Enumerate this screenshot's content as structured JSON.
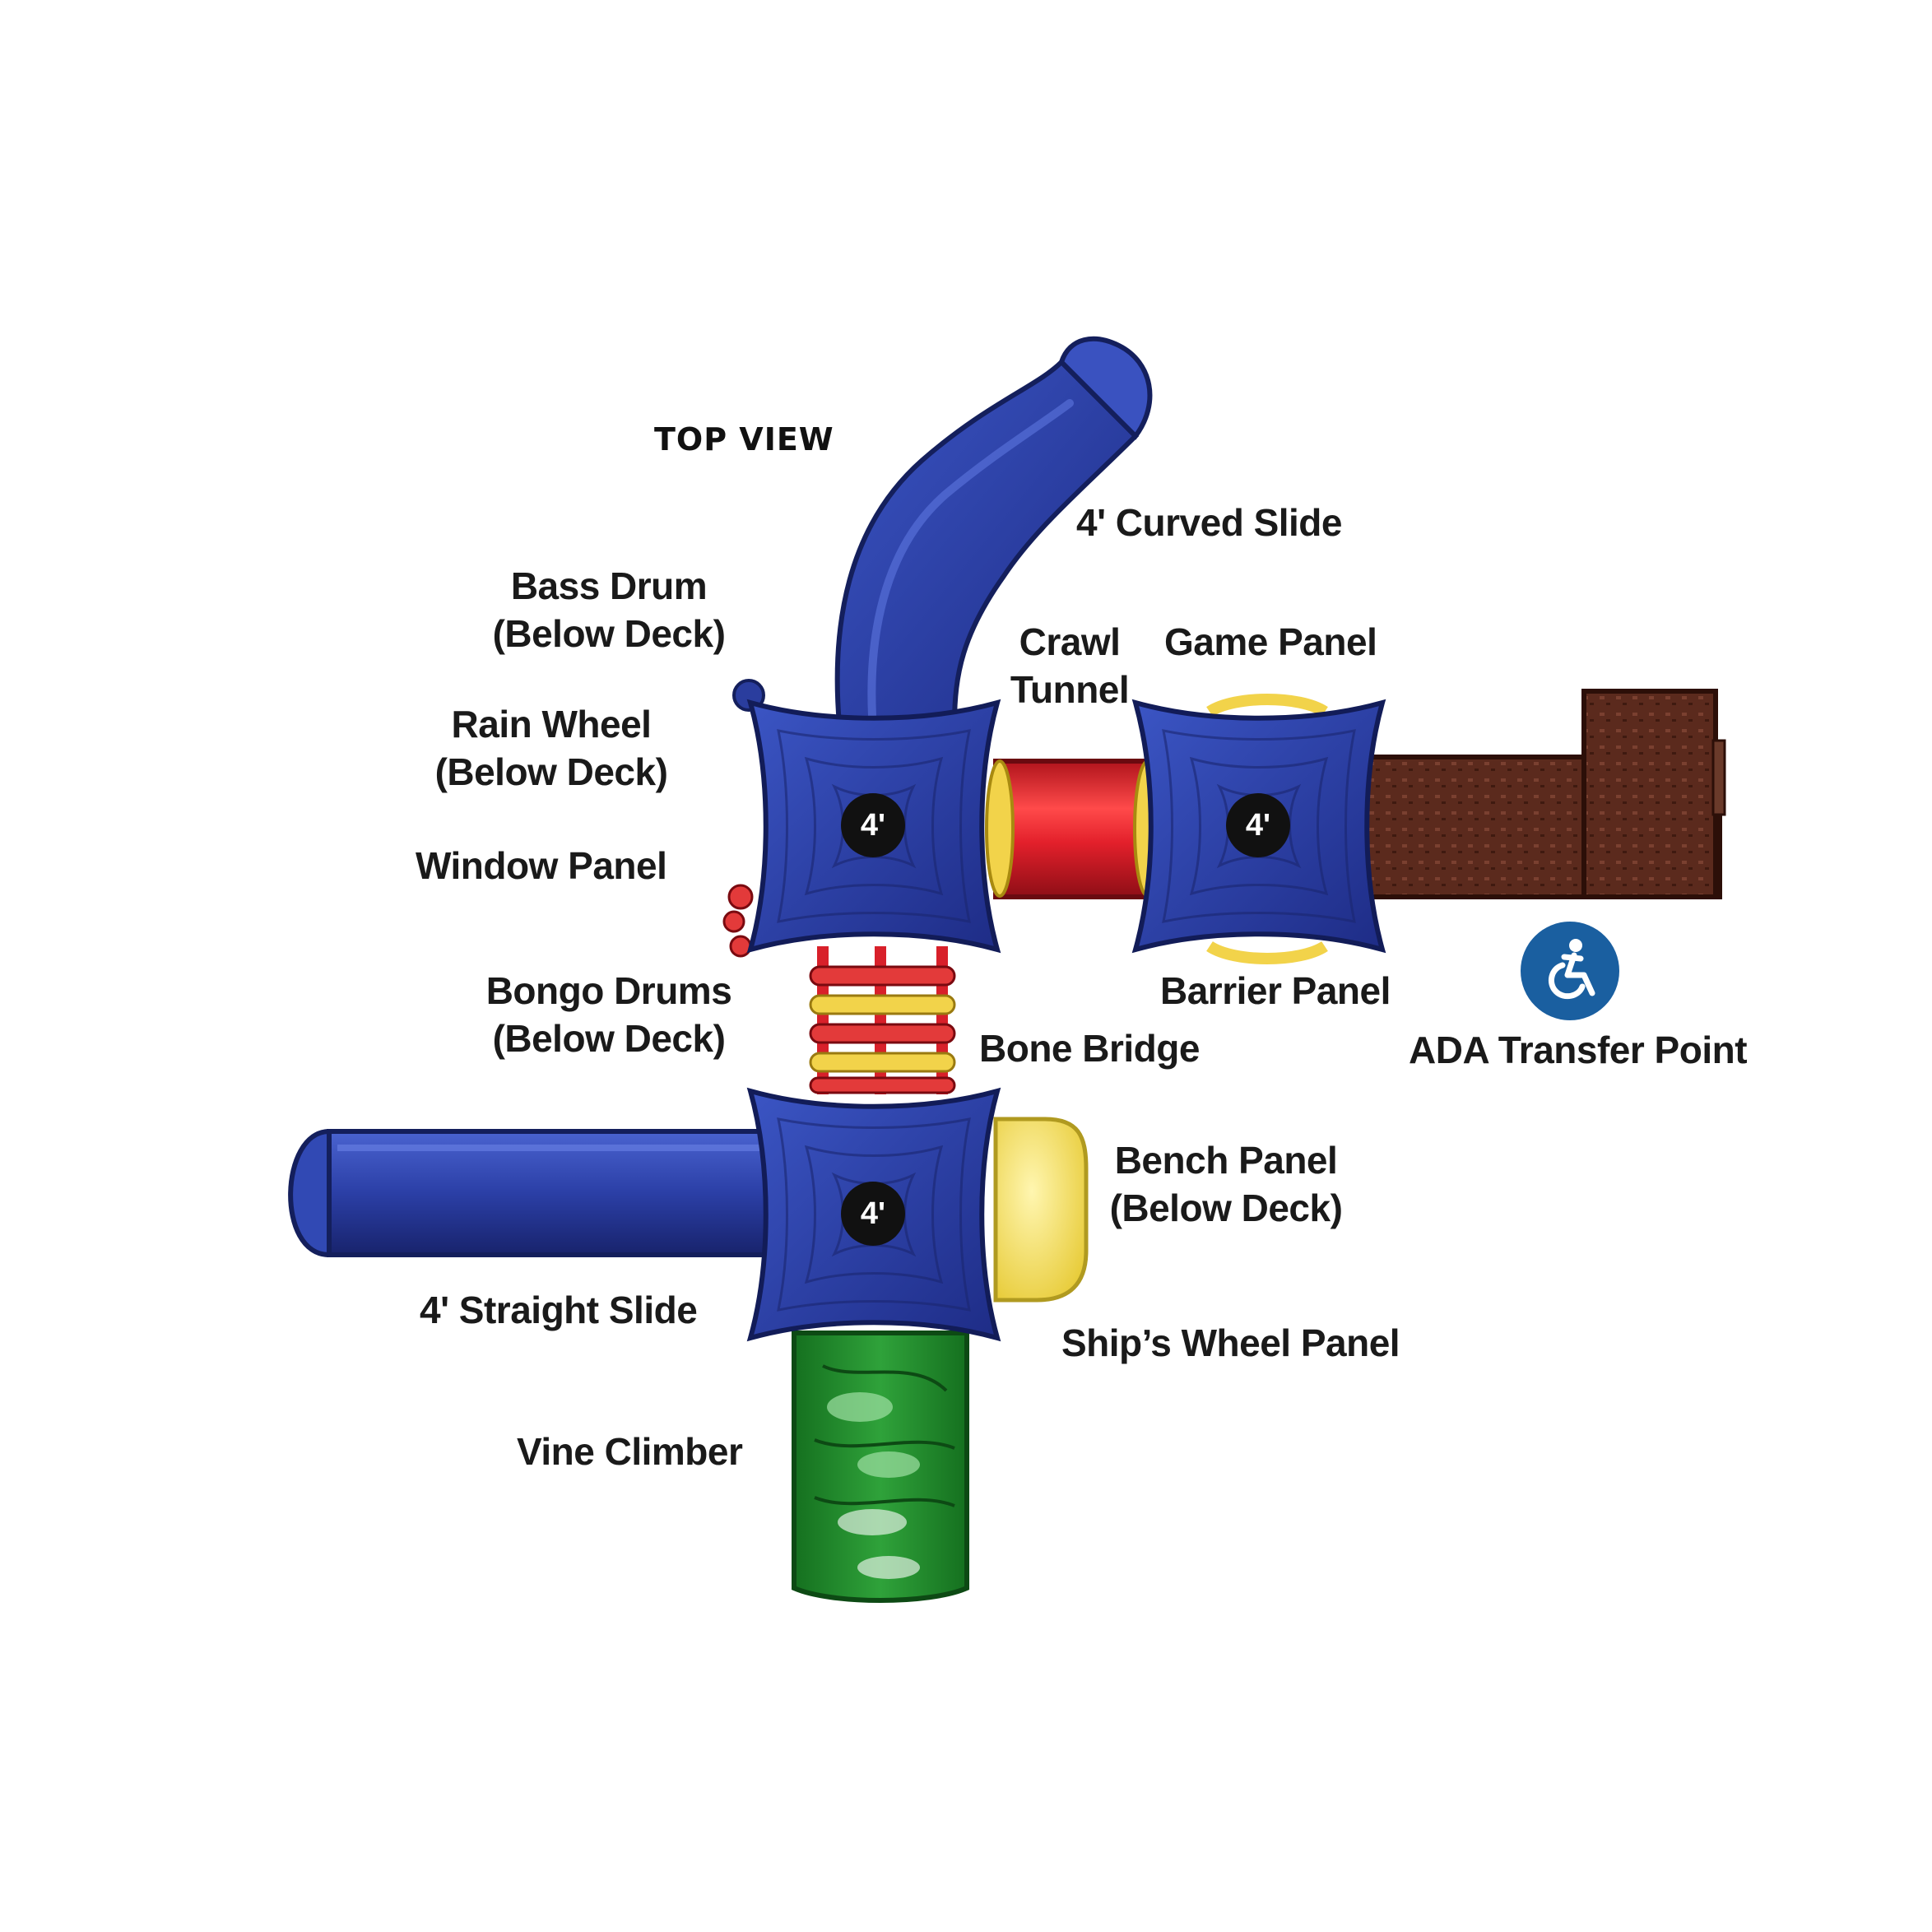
{
  "title": "TOP VIEW",
  "decks": [
    {
      "height": "4'"
    },
    {
      "height": "4'"
    },
    {
      "height": "4'"
    }
  ],
  "labels": {
    "curved_slide": "4' Curved Slide",
    "bass_drum_1": "Bass Drum",
    "bass_drum_2": "(Below Deck)",
    "crawl_tunnel_1": "Crawl",
    "crawl_tunnel_2": "Tunnel",
    "game_panel": "Game Panel",
    "rain_wheel_1": "Rain Wheel",
    "rain_wheel_2": "(Below Deck)",
    "window_panel": "Window Panel",
    "bongo_drums_1": "Bongo Drums",
    "bongo_drums_2": "(Below Deck)",
    "bone_bridge": "Bone Bridge",
    "barrier_panel": "Barrier Panel",
    "ada_transfer": "ADA Transfer Point",
    "bench_panel_1": "Bench Panel",
    "bench_panel_2": "(Below Deck)",
    "straight_slide": "4' Straight Slide",
    "ships_wheel": "Ship’s Wheel Panel",
    "vine_climber": "Vine Climber"
  },
  "colors": {
    "blue": "#2a3d9e",
    "blue_dark": "#1c2a7a",
    "red": "#d8202a",
    "yellow": "#f2d34a",
    "green": "#1f8a2e",
    "brown": "#5a2a1c",
    "ada_blue": "#1a5fa0"
  },
  "icons": {
    "ada": "wheelchair-icon"
  }
}
